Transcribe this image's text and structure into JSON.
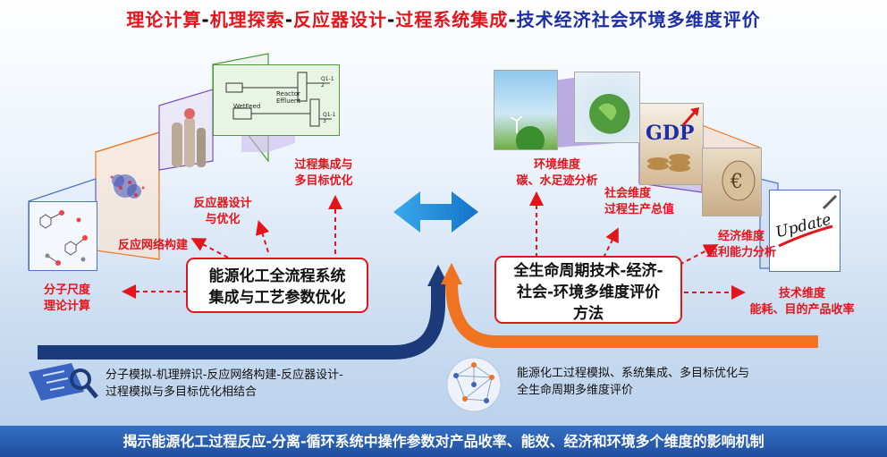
{
  "title": {
    "parts": [
      {
        "text": "理论计算",
        "c": "r"
      },
      {
        "text": "-",
        "c": "d"
      },
      {
        "text": "机理探索",
        "c": "r"
      },
      {
        "text": "-",
        "c": "d"
      },
      {
        "text": "反应器设计",
        "c": "r"
      },
      {
        "text": "-",
        "c": "d"
      },
      {
        "text": "过程系统集成",
        "c": "r"
      },
      {
        "text": "-",
        "c": "d"
      },
      {
        "text": "技术经济社会环境多维度评价",
        "c": "b"
      }
    ]
  },
  "left": {
    "labels": {
      "process_integration": [
        "过程集成与",
        "多目标优化"
      ],
      "reactor_design": [
        "反应器设计",
        "与优化"
      ],
      "network": "反应网络构建",
      "molecular": [
        "分子尺度",
        "理论计算"
      ]
    },
    "flowsheet": {
      "reactor_effluent": [
        "Reactor",
        "Effluent"
      ],
      "wet_feed": "WetFeed",
      "q1_top": [
        "Q1-1",
        "2"
      ],
      "q1_bottom": [
        "Q1-1",
        "3"
      ]
    },
    "main_box": [
      "能源化工全流程系统",
      "集成与工艺参数优化"
    ]
  },
  "right": {
    "labels": {
      "environment": [
        "环境维度",
        "碳、水足迹分析"
      ],
      "social": [
        "社会维度",
        "过程生产总值"
      ],
      "economic": [
        "经济维度",
        "盈利能力分析"
      ],
      "technical": [
        "技术维度",
        "能耗、目的产品收率"
      ]
    },
    "gdp": "GDP",
    "update": "Update",
    "main_box": [
      "全生命周期技术-经济-",
      "社会-环境多维度评价",
      "方法"
    ]
  },
  "bottom": {
    "left_note": [
      "分子模拟-机理辨识-反应网络构建-反应器设计-",
      "过程模拟与多目标优化相结合"
    ],
    "right_note": [
      "能源化工过程模拟、系统集成、多目标优化与",
      "全生命周期多维度评价"
    ]
  },
  "banner": "揭示能源化工过程反应-分离-循环系统中操作参数对产品收率、能效、经济和环境多个维度的影响机制",
  "colors": {
    "red": "#e4141b",
    "navy": "#1d3b7a",
    "orange": "#f07321",
    "blue": "#1d2fa8"
  }
}
